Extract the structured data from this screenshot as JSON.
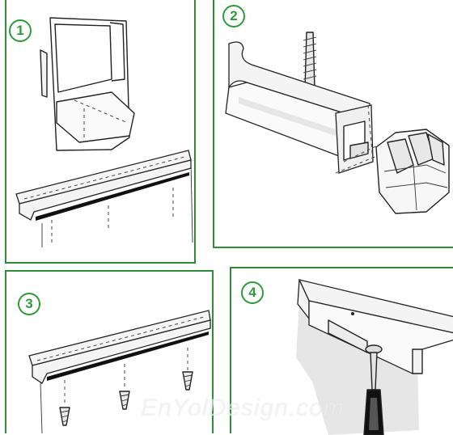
{
  "steps": [
    {
      "number": "1"
    },
    {
      "number": "2"
    },
    {
      "number": "3"
    },
    {
      "number": "4"
    }
  ],
  "accent_color": "#2e9b3a",
  "watermark": "EnYolDesign.com"
}
